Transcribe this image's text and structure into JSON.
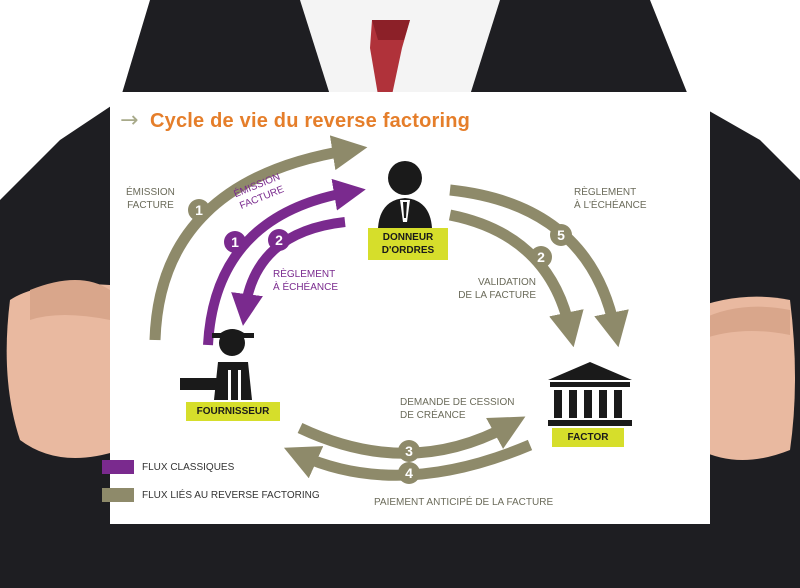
{
  "diagram": {
    "title": "Cycle de vie du reverse factoring",
    "nodes": {
      "donneur": "DONNEUR\nD'ORDRES",
      "fournisseur": "FOURNISSEUR",
      "factor": "FACTOR"
    },
    "labels": {
      "emission_outer": "ÉMISSION\nFACTURE",
      "emission_inner": "ÉMISSION\nFACTURE",
      "reglement_inner": "RÈGLEMENT\nÀ ÉCHÉANCE",
      "reglement_outer": "RÈGLEMENT\nÀ L'ÉCHÉANCE",
      "validation": "VALIDATION\nDE LA FACTURE",
      "demande": "DEMANDE DE CESSION\nDE CRÉANCE",
      "paiement": "PAIEMENT ANTICIPÉ DE LA FACTURE"
    },
    "badges": [
      "1",
      "1",
      "2",
      "5",
      "2",
      "3",
      "4"
    ],
    "legend": [
      {
        "label": "FLUX CLASSIQUES",
        "color": "#7a2a8e"
      },
      {
        "label": "FLUX LIÉS AU REVERSE FACTORING",
        "color": "#8e8a6a"
      }
    ]
  },
  "colors": {
    "olive": "#8e8a6a",
    "purple": "#7a2a8e",
    "tag": "#d6de2b",
    "title": "#e57e2a"
  }
}
